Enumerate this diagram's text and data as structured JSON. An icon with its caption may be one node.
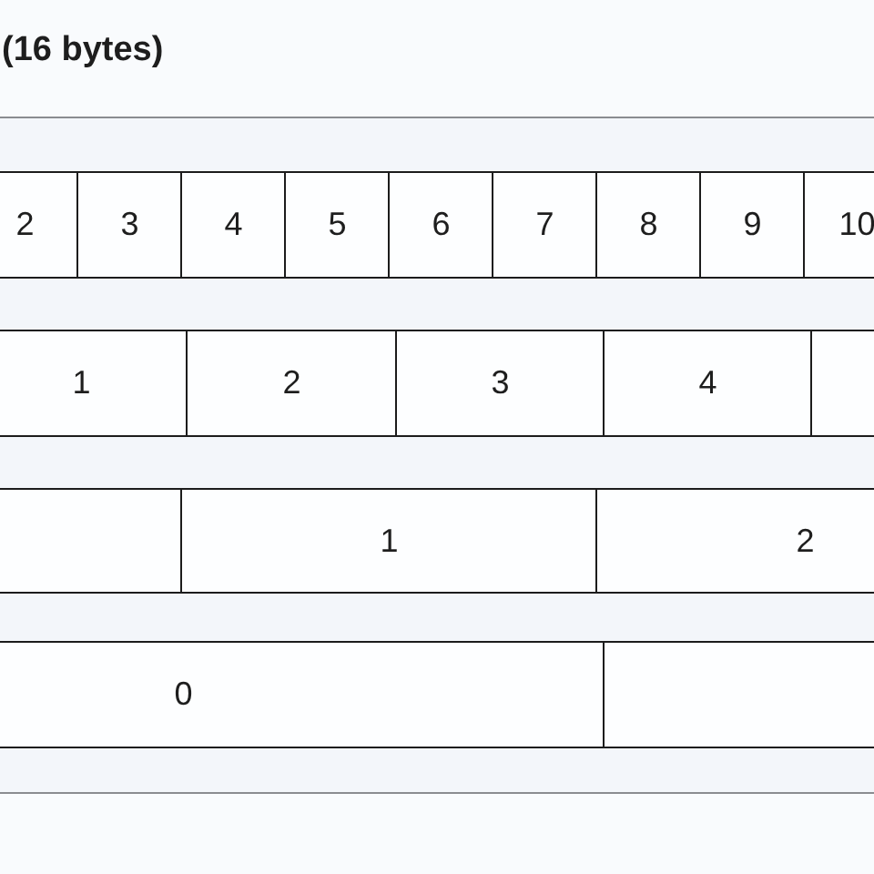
{
  "diagram": {
    "title": "(16 bytes)",
    "nodes": [
      {
        "text": [
          "2"
        ]
      },
      {
        "text": [
          "3"
        ]
      },
      {
        "text": [
          "4"
        ]
      },
      {
        "text": [
          "5"
        ]
      },
      {
        "text": [
          "6"
        ]
      },
      {
        "text": [
          "7"
        ]
      },
      {
        "text": [
          "8"
        ]
      },
      {
        "text": [
          "9"
        ]
      },
      {
        "text": [
          "10"
        ]
      },
      {
        "text": [
          "1"
        ]
      },
      {
        "text": [
          "2"
        ]
      },
      {
        "text": [
          "3"
        ]
      },
      {
        "text": [
          "4"
        ]
      },
      {
        "text": [],
        "shape": "box"
      },
      {
        "text": [],
        "shape": "box"
      },
      {
        "text": [
          "1"
        ]
      },
      {
        "text": [
          "2"
        ]
      },
      {
        "text": [
          "0"
        ]
      },
      {
        "text": [],
        "shape": "box"
      }
    ]
  }
}
